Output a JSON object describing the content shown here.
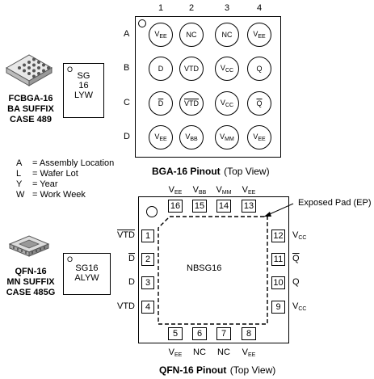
{
  "bga_package": {
    "line1": "FCBGA-16",
    "line2": "BA SUFFIX",
    "line3": "CASE 489",
    "marking": {
      "pin1": "O",
      "line1": "SG",
      "line2": "16",
      "line3": "LYW"
    }
  },
  "qfn_package": {
    "line1": "QFN-16",
    "line2": "MN SUFFIX",
    "line3": "CASE 485G",
    "marking": {
      "pin1": "O",
      "line1": "SG16",
      "line2": "ALYW"
    }
  },
  "legend": [
    {
      "key": "A",
      "value": "Assembly Location"
    },
    {
      "key": "L",
      "value": "Wafer Lot"
    },
    {
      "key": "Y",
      "value": "Year"
    },
    {
      "key": "W",
      "value": "Work Week"
    }
  ],
  "bga": {
    "columns": [
      "1",
      "2",
      "3",
      "4"
    ],
    "rows": [
      "A",
      "B",
      "C",
      "D"
    ],
    "balls": [
      [
        {
          "t": "V",
          "s": "EE"
        },
        {
          "t": "NC"
        },
        {
          "t": "NC"
        },
        {
          "t": "V",
          "s": "EE"
        }
      ],
      [
        {
          "t": "D"
        },
        {
          "t": "VTD"
        },
        {
          "t": "V",
          "s": "CC"
        },
        {
          "t": "Q"
        }
      ],
      [
        {
          "t": "D",
          "bar": true
        },
        {
          "t": "VTD",
          "bar": true
        },
        {
          "t": "V",
          "s": "CC"
        },
        {
          "t": "Q",
          "bar": true
        }
      ],
      [
        {
          "t": "V",
          "s": "EE"
        },
        {
          "t": "V",
          "s": "BB"
        },
        {
          "t": "V",
          "s": "MM"
        },
        {
          "t": "V",
          "s": "EE"
        }
      ]
    ],
    "title_bold": "BGA-16 Pinout",
    "title_normal": "(Top View)"
  },
  "qfn": {
    "chip_label": "NBSG16",
    "ep_label": "Exposed Pad (EP)",
    "title_bold": "QFN-16 Pinout",
    "title_normal": "(Top View)",
    "top_pins": [
      {
        "num": "16",
        "t": "V",
        "s": "EE"
      },
      {
        "num": "15",
        "t": "V",
        "s": "BB"
      },
      {
        "num": "14",
        "t": "V",
        "s": "MM"
      },
      {
        "num": "13",
        "t": "V",
        "s": "EE"
      }
    ],
    "bottom_pins": [
      {
        "num": "5",
        "t": "V",
        "s": "EE"
      },
      {
        "num": "6",
        "t": "NC"
      },
      {
        "num": "7",
        "t": "NC"
      },
      {
        "num": "8",
        "t": "V",
        "s": "EE"
      }
    ],
    "left_pins": [
      {
        "num": "1",
        "t": "VTD",
        "bar": true
      },
      {
        "num": "2",
        "t": "D",
        "bar": true
      },
      {
        "num": "3",
        "t": "D"
      },
      {
        "num": "4",
        "t": "VTD"
      }
    ],
    "right_pins": [
      {
        "num": "12",
        "t": "V",
        "s": "CC"
      },
      {
        "num": "11",
        "t": "Q",
        "bar": true
      },
      {
        "num": "10",
        "t": "Q"
      },
      {
        "num": "9",
        "t": "V",
        "s": "CC"
      }
    ]
  }
}
